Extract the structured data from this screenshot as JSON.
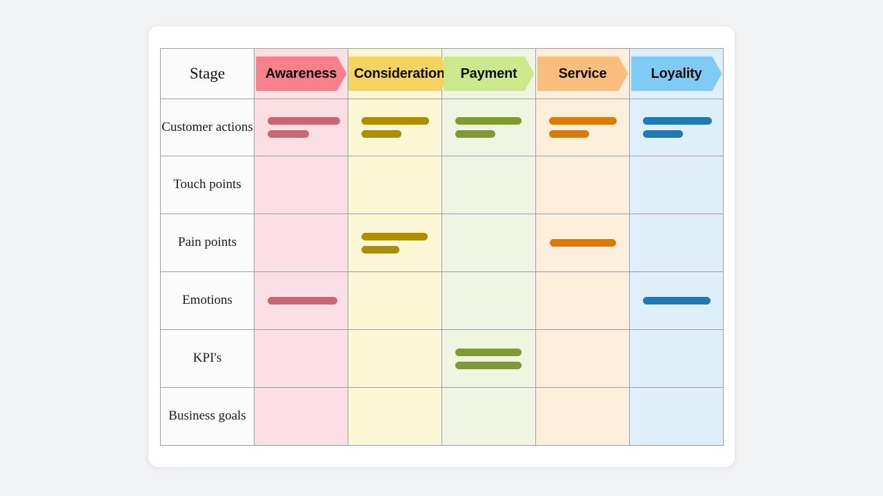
{
  "page": {
    "background_color": "#f2f3f5",
    "card_background": "#ffffff",
    "grid_line_color": "#9e9e9e"
  },
  "table": {
    "corner_label": "Stage",
    "stages": [
      {
        "label": "Awareness",
        "chevron_color": "#f7808a",
        "column_tint": "#fcdfe3",
        "bar_color": "#cc6672"
      },
      {
        "label": "Consideration",
        "chevron_color": "#f5d35f",
        "column_tint": "#fbf7d5",
        "bar_color": "#b08c00"
      },
      {
        "label": "Payment",
        "chevron_color": "#cce88a",
        "column_tint": "#eff5e0",
        "bar_color": "#7f9a33"
      },
      {
        "label": "Service",
        "chevron_color": "#f9be7e",
        "column_tint": "#fdeedc",
        "bar_color": "#dd7b00"
      },
      {
        "label": "Loyality",
        "chevron_color": "#7fcbf5",
        "column_tint": "#deeffa",
        "bar_color": "#1e79b5"
      }
    ],
    "rows": [
      {
        "label": "Customer actions",
        "cells": [
          {
            "bars": [
              105,
              60
            ],
            "align": "left"
          },
          {
            "bars": [
              98,
              58
            ],
            "align": "left"
          },
          {
            "bars": [
              96,
              58
            ],
            "align": "left"
          },
          {
            "bars": [
              98,
              58
            ],
            "align": "left"
          },
          {
            "bars": [
              100,
              58
            ],
            "align": "left"
          }
        ]
      },
      {
        "label": "Touch points",
        "cells": [
          {
            "bars": [],
            "align": "left"
          },
          {
            "bars": [],
            "align": "left"
          },
          {
            "bars": [],
            "align": "left"
          },
          {
            "bars": [],
            "align": "left"
          },
          {
            "bars": [],
            "align": "left"
          }
        ]
      },
      {
        "label": "Pain points",
        "cells": [
          {
            "bars": [],
            "align": "left"
          },
          {
            "bars": [
              96,
              55
            ],
            "align": "left"
          },
          {
            "bars": [],
            "align": "left"
          },
          {
            "bars": [
              96
            ],
            "align": "center"
          }
        ]
      },
      {
        "label": "Emotions",
        "cells": [
          {
            "bars": [
              101
            ],
            "align": "left"
          },
          {
            "bars": [],
            "align": "left"
          },
          {
            "bars": [],
            "align": "left"
          },
          {
            "bars": [],
            "align": "left"
          },
          {
            "bars": [
              98
            ],
            "align": "center"
          }
        ]
      },
      {
        "label": "KPI's",
        "cells": [
          {
            "bars": [],
            "align": "left"
          },
          {
            "bars": [],
            "align": "left"
          },
          {
            "bars": [
              96,
              96
            ],
            "align": "left"
          },
          {
            "bars": [],
            "align": "left"
          },
          {
            "bars": [],
            "align": "left"
          }
        ]
      },
      {
        "label": "Business goals",
        "cells": [
          {
            "bars": [],
            "align": "left"
          },
          {
            "bars": [],
            "align": "left"
          },
          {
            "bars": [],
            "align": "left"
          },
          {
            "bars": [],
            "align": "left"
          },
          {
            "bars": [],
            "align": "left"
          }
        ]
      }
    ]
  }
}
